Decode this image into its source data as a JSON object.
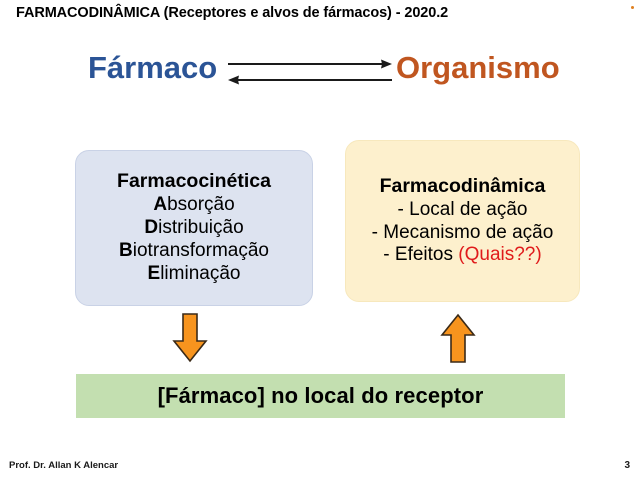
{
  "slide": {
    "title": "FARMACODINÂMICA (Receptores e alvos de fármacos) - 2020.2",
    "background_color": "#ffffff"
  },
  "headline": {
    "left_word": "Fármaco",
    "left_color": "#2b5496",
    "right_word": "Organismo",
    "right_color": "#c05620",
    "arrows": {
      "top_direction": "right",
      "bottom_direction": "left",
      "color": "#1a1a1a"
    }
  },
  "boxes": [
    {
      "id": "farmacocinetica",
      "heading": "Farmacocinética",
      "fill_color": "#dde3f0",
      "text_color": "#000000",
      "lines": [
        {
          "initial": "A",
          "rest": "bsorção"
        },
        {
          "initial": "D",
          "rest": "istribuição"
        },
        {
          "initial": "B",
          "rest": "iotransformação"
        },
        {
          "initial": "E",
          "rest": "liminação"
        }
      ]
    },
    {
      "id": "farmacodinamica",
      "heading": "Farmacodinâmica",
      "fill_color": "#fdf0cd",
      "text_color": "#000000",
      "lines": [
        {
          "text": "- Local de ação",
          "accent": ""
        },
        {
          "text": "- Mecanismo de ação",
          "accent": ""
        },
        {
          "text": "-    Efeitos ",
          "accent": "(Quais??)"
        }
      ],
      "accent_color": "#e01b1b"
    }
  ],
  "flow_arrows": {
    "down": {
      "name": "down-arrow",
      "color": "#f7941e",
      "outline": "#3a2a18"
    },
    "up": {
      "name": "up-arrow",
      "color": "#f7941e",
      "outline": "#3a2a18"
    }
  },
  "result": {
    "text": "[Fármaco] no local do receptor",
    "fill_color": "#c3dfb0",
    "text_color": "#000000"
  },
  "footer": {
    "author": "Prof. Dr. Allan K Alencar",
    "page_number": "3"
  }
}
